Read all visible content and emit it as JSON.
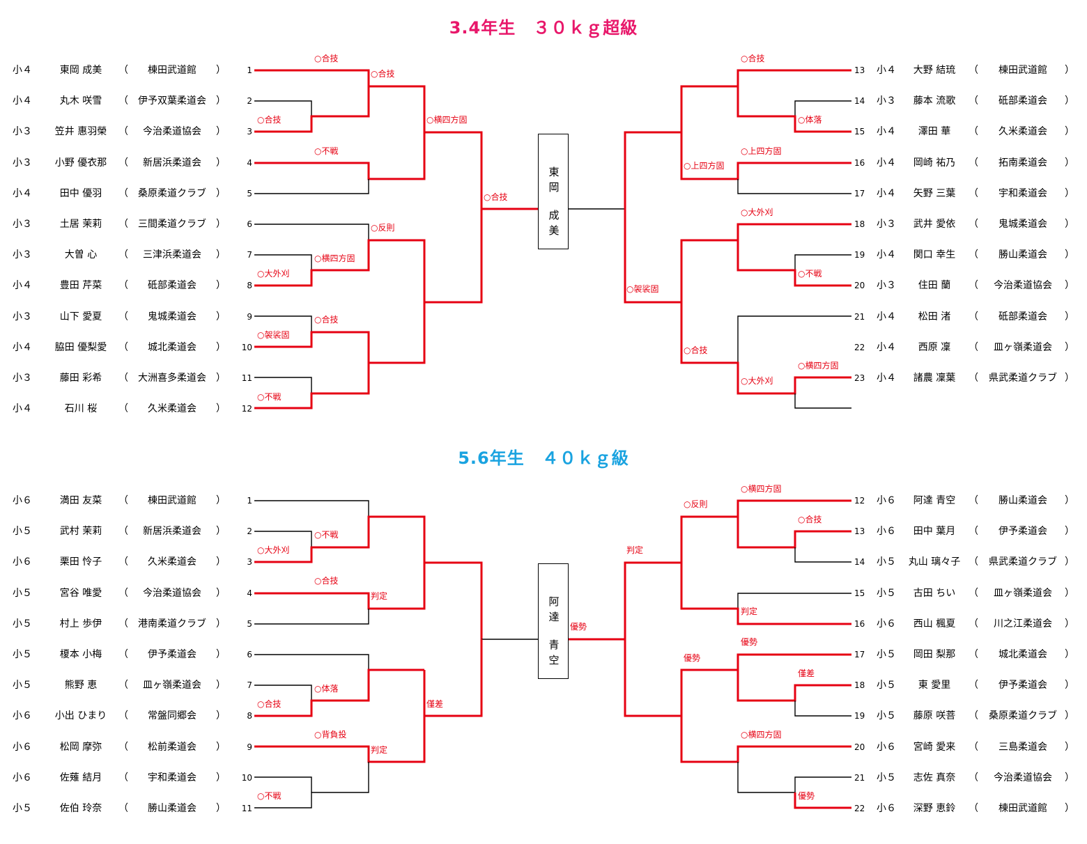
{
  "brackets": [
    {
      "title": "3.4年生　３０ｋｇ超級",
      "color": "#e8176a",
      "winner": [
        "東",
        "岡",
        "成",
        "美"
      ],
      "left": [
        {
          "grade": "小４",
          "name": "東岡 成美",
          "club": "棟田武道館",
          "num": "1"
        },
        {
          "grade": "小４",
          "name": "丸木 咲雪",
          "club": "伊予双葉柔道会",
          "num": "2"
        },
        {
          "grade": "小３",
          "name": "笠井 惠羽榮",
          "club": "今治柔道協会",
          "num": "3"
        },
        {
          "grade": "小３",
          "name": "小野 優衣那",
          "club": "新居浜柔道会",
          "num": "4"
        },
        {
          "grade": "小４",
          "name": "田中 優羽",
          "club": "桑原柔道クラブ",
          "num": "5"
        },
        {
          "grade": "小３",
          "name": "土居 茉莉",
          "club": "三間柔道クラブ",
          "num": "6"
        },
        {
          "grade": "小３",
          "name": "大曽 心",
          "club": "三津浜柔道会",
          "num": "7"
        },
        {
          "grade": "小４",
          "name": "豊田 芹菜",
          "club": "砥部柔道会",
          "num": "8"
        },
        {
          "grade": "小３",
          "name": "山下 愛夏",
          "club": "鬼城柔道会",
          "num": "9"
        },
        {
          "grade": "小４",
          "name": "脇田 優梨愛",
          "club": "城北柔道会",
          "num": "10"
        },
        {
          "grade": "小３",
          "name": "藤田 彩希",
          "club": "大洲喜多柔道会",
          "num": "11"
        },
        {
          "grade": "小４",
          "name": "石川 桜",
          "club": "久米柔道会",
          "num": "12"
        }
      ],
      "right": [
        {
          "grade": "小４",
          "name": "大野 結琉",
          "club": "棟田武道館",
          "num": "13"
        },
        {
          "grade": "小３",
          "name": "藤本 流歌",
          "club": "砥部柔道会",
          "num": "14"
        },
        {
          "grade": "小４",
          "name": "澤田 華",
          "club": "久米柔道会",
          "num": "15"
        },
        {
          "grade": "小４",
          "name": "岡崎 祐乃",
          "club": "拓南柔道会",
          "num": "16"
        },
        {
          "grade": "小４",
          "name": "矢野 三葉",
          "club": "宇和柔道会",
          "num": "17"
        },
        {
          "grade": "小３",
          "name": "武井 愛依",
          "club": "鬼城柔道会",
          "num": "18"
        },
        {
          "grade": "小４",
          "name": "関口 幸生",
          "club": "勝山柔道会",
          "num": "19"
        },
        {
          "grade": "小３",
          "name": "住田 蘭",
          "club": "今治柔道協会",
          "num": "20"
        },
        {
          "grade": "小４",
          "name": "松田 渚",
          "club": "砥部柔道会",
          "num": "21"
        },
        {
          "grade": "小４",
          "name": "西原 凜",
          "club": "皿ヶ嶺柔道会",
          "num": "22"
        },
        {
          "grade": "小４",
          "name": "諸農 凜葉",
          "club": "県武柔道クラブ",
          "num": "23"
        }
      ],
      "results": [
        "○合技",
        "○合技",
        "○合技",
        "○横四方固",
        "○不戦",
        "○合技",
        "○反則",
        "○横四方固",
        "○大外刈",
        "○合技",
        "○袈裟固",
        "○不戦",
        "○合技",
        "○体落",
        "○上四方固",
        "○上四方固",
        "○大外刈",
        "○不戦",
        "○袈裟固",
        "○合技",
        "○横四方固",
        "○大外刈"
      ]
    },
    {
      "title": "5.6年生　４０ｋｇ級",
      "color": "#1aa3e0",
      "winner": [
        "阿",
        "達",
        "青",
        "空"
      ],
      "left": [
        {
          "grade": "小６",
          "name": "満田 友菜",
          "club": "棟田武道館",
          "num": "1"
        },
        {
          "grade": "小５",
          "name": "武村 茉莉",
          "club": "新居浜柔道会",
          "num": "2"
        },
        {
          "grade": "小６",
          "name": "栗田 怜子",
          "club": "久米柔道会",
          "num": "3"
        },
        {
          "grade": "小５",
          "name": "宮谷 唯愛",
          "club": "今治柔道協会",
          "num": "4"
        },
        {
          "grade": "小５",
          "name": "村上 歩伊",
          "club": "港南柔道クラブ",
          "num": "5"
        },
        {
          "grade": "小５",
          "name": "榎本 小梅",
          "club": "伊予柔道会",
          "num": "6"
        },
        {
          "grade": "小５",
          "name": "熊野 恵",
          "club": "皿ヶ嶺柔道会",
          "num": "7"
        },
        {
          "grade": "小６",
          "name": "小出 ひまり",
          "club": "常盤同郷会",
          "num": "8"
        },
        {
          "grade": "小６",
          "name": "松岡 摩弥",
          "club": "松前柔道会",
          "num": "9"
        },
        {
          "grade": "小６",
          "name": "佐薙 結月",
          "club": "宇和柔道会",
          "num": "10"
        },
        {
          "grade": "小５",
          "name": "佐伯 玲奈",
          "club": "勝山柔道会",
          "num": "11"
        }
      ],
      "right": [
        {
          "grade": "小６",
          "name": "阿達 青空",
          "club": "勝山柔道会",
          "num": "12"
        },
        {
          "grade": "小６",
          "name": "田中 葉月",
          "club": "伊予柔道会",
          "num": "13"
        },
        {
          "grade": "小５",
          "name": "丸山 璃々子",
          "club": "県武柔道クラブ",
          "num": "14"
        },
        {
          "grade": "小５",
          "name": "古田 ちい",
          "club": "皿ヶ嶺柔道会",
          "num": "15"
        },
        {
          "grade": "小６",
          "name": "西山 楓夏",
          "club": "川之江柔道会",
          "num": "16"
        },
        {
          "grade": "小５",
          "name": "岡田 梨那",
          "club": "城北柔道会",
          "num": "17"
        },
        {
          "grade": "小５",
          "name": "東 愛里",
          "club": "伊予柔道会",
          "num": "18"
        },
        {
          "grade": "小５",
          "name": "藤原 咲菩",
          "club": "桑原柔道クラブ",
          "num": "19"
        },
        {
          "grade": "小６",
          "name": "宮崎 愛来",
          "club": "三島柔道会",
          "num": "20"
        },
        {
          "grade": "小５",
          "name": "志佐 真奈",
          "club": "今治柔道協会",
          "num": "21"
        },
        {
          "grade": "小６",
          "name": "深野 恵鈴",
          "club": "棟田武道館",
          "num": "22"
        }
      ],
      "results": [
        "○不戦",
        "○大外刈",
        "○合技",
        "判定",
        "○体落",
        "○合技",
        "僅差",
        "○背負投",
        "判定",
        "○不戦",
        "優勢",
        "○横四方固",
        "○反則",
        "○合技",
        "判定",
        "判定",
        "優勢",
        "優勢",
        "僅差",
        "○横四方固",
        "優勢"
      ]
    }
  ],
  "paren_open": "（",
  "paren_close": "）",
  "colors": {
    "win_line": "#e60012",
    "lose_line": "#000000"
  }
}
